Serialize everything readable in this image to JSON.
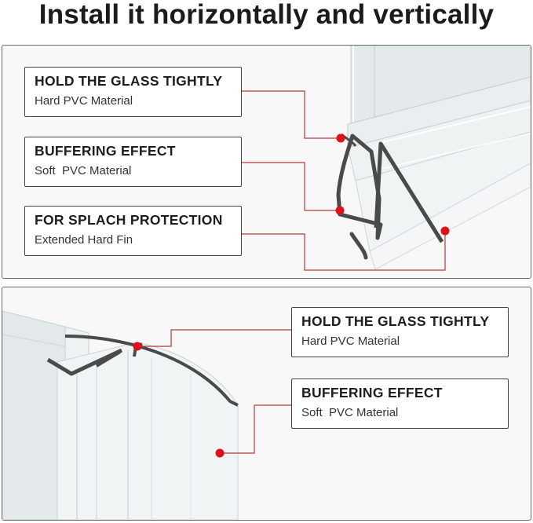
{
  "title": "Install it horizontally and vertically",
  "top_panel": {
    "callouts": [
      {
        "heading": "HOLD THE GLASS TIGHTLY",
        "subtext": "Hard PVC Material"
      },
      {
        "heading": "BUFFERING EFFECT",
        "subtext": "Soft  PVC Material"
      },
      {
        "heading": "FOR SPLACH PROTECTION",
        "subtext": "Extended Hard Fin"
      }
    ]
  },
  "bottom_panel": {
    "callouts": [
      {
        "heading": "HOLD THE GLASS TIGHTLY",
        "subtext": "Hard PVC Material"
      },
      {
        "heading": "BUFFERING EFFECT",
        "subtext": "Soft  PVC Material"
      }
    ]
  },
  "colors": {
    "accent_dot": "#e0101a",
    "leader_line": "#b33a3a",
    "seal_dark": "#4a4a4a",
    "glass": "#dfe6e8"
  }
}
